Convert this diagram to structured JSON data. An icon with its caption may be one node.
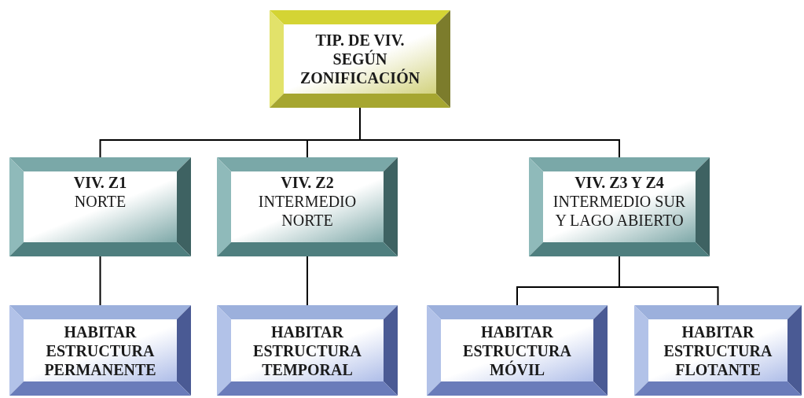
{
  "diagram": {
    "nodes": [
      {
        "text": [
          "TIP. DE VIV. SEGÚN ZONIFICACIÓN"
        ]
      },
      {
        "text": [
          "VIV. Z1",
          "NORTE"
        ]
      },
      {
        "text": [
          "VIV. Z2",
          "INTERMEDIO NORTE"
        ]
      },
      {
        "text": [
          "VIV. Z3 Y Z4",
          "INTERMEDIO SUR Y LAGO ABIERTO"
        ]
      },
      {
        "text": [
          "HABITAR ESTRUCTURA PERMANENTE"
        ]
      },
      {
        "text": [
          "HABITAR ESTRUCTURA TEMPORAL"
        ]
      },
      {
        "text": [
          "HABITAR ESTRUCTURA MÓVIL"
        ]
      },
      {
        "text": [
          "HABITAR ESTRUCTURA FLOTANTE"
        ]
      }
    ],
    "edges": [
      {
        "from": 0,
        "to": 1,
        "arrow": "none"
      },
      {
        "from": 0,
        "to": 2,
        "arrow": "none"
      },
      {
        "from": 0,
        "to": 3,
        "arrow": "none"
      },
      {
        "from": 1,
        "to": 4,
        "arrow": "none"
      },
      {
        "from": 2,
        "to": 5,
        "arrow": "none"
      },
      {
        "from": 3,
        "to": 6,
        "arrow": "none"
      },
      {
        "from": 3,
        "to": 7,
        "arrow": "none"
      }
    ]
  }
}
